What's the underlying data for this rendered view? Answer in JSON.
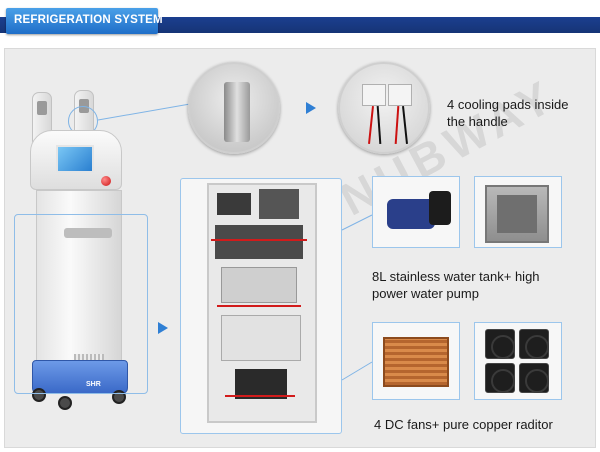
{
  "header": {
    "title": "REFRIGERATION SYSTEM"
  },
  "machine": {
    "brand": "SHR"
  },
  "labels": {
    "cooling_pads": [
      "4 cooling pads inside",
      "the handle"
    ],
    "water": [
      "8L stainless water tank+ high",
      "power water pump"
    ],
    "fans": "4 DC fans+ pure copper raditor"
  },
  "colors": {
    "header_bar": "#1b3f8f",
    "header_tab": "#2f82d8",
    "accent_blue": "#2f7fd4",
    "base_blue": "#3a69c8"
  },
  "watermark": "NUBWAY"
}
